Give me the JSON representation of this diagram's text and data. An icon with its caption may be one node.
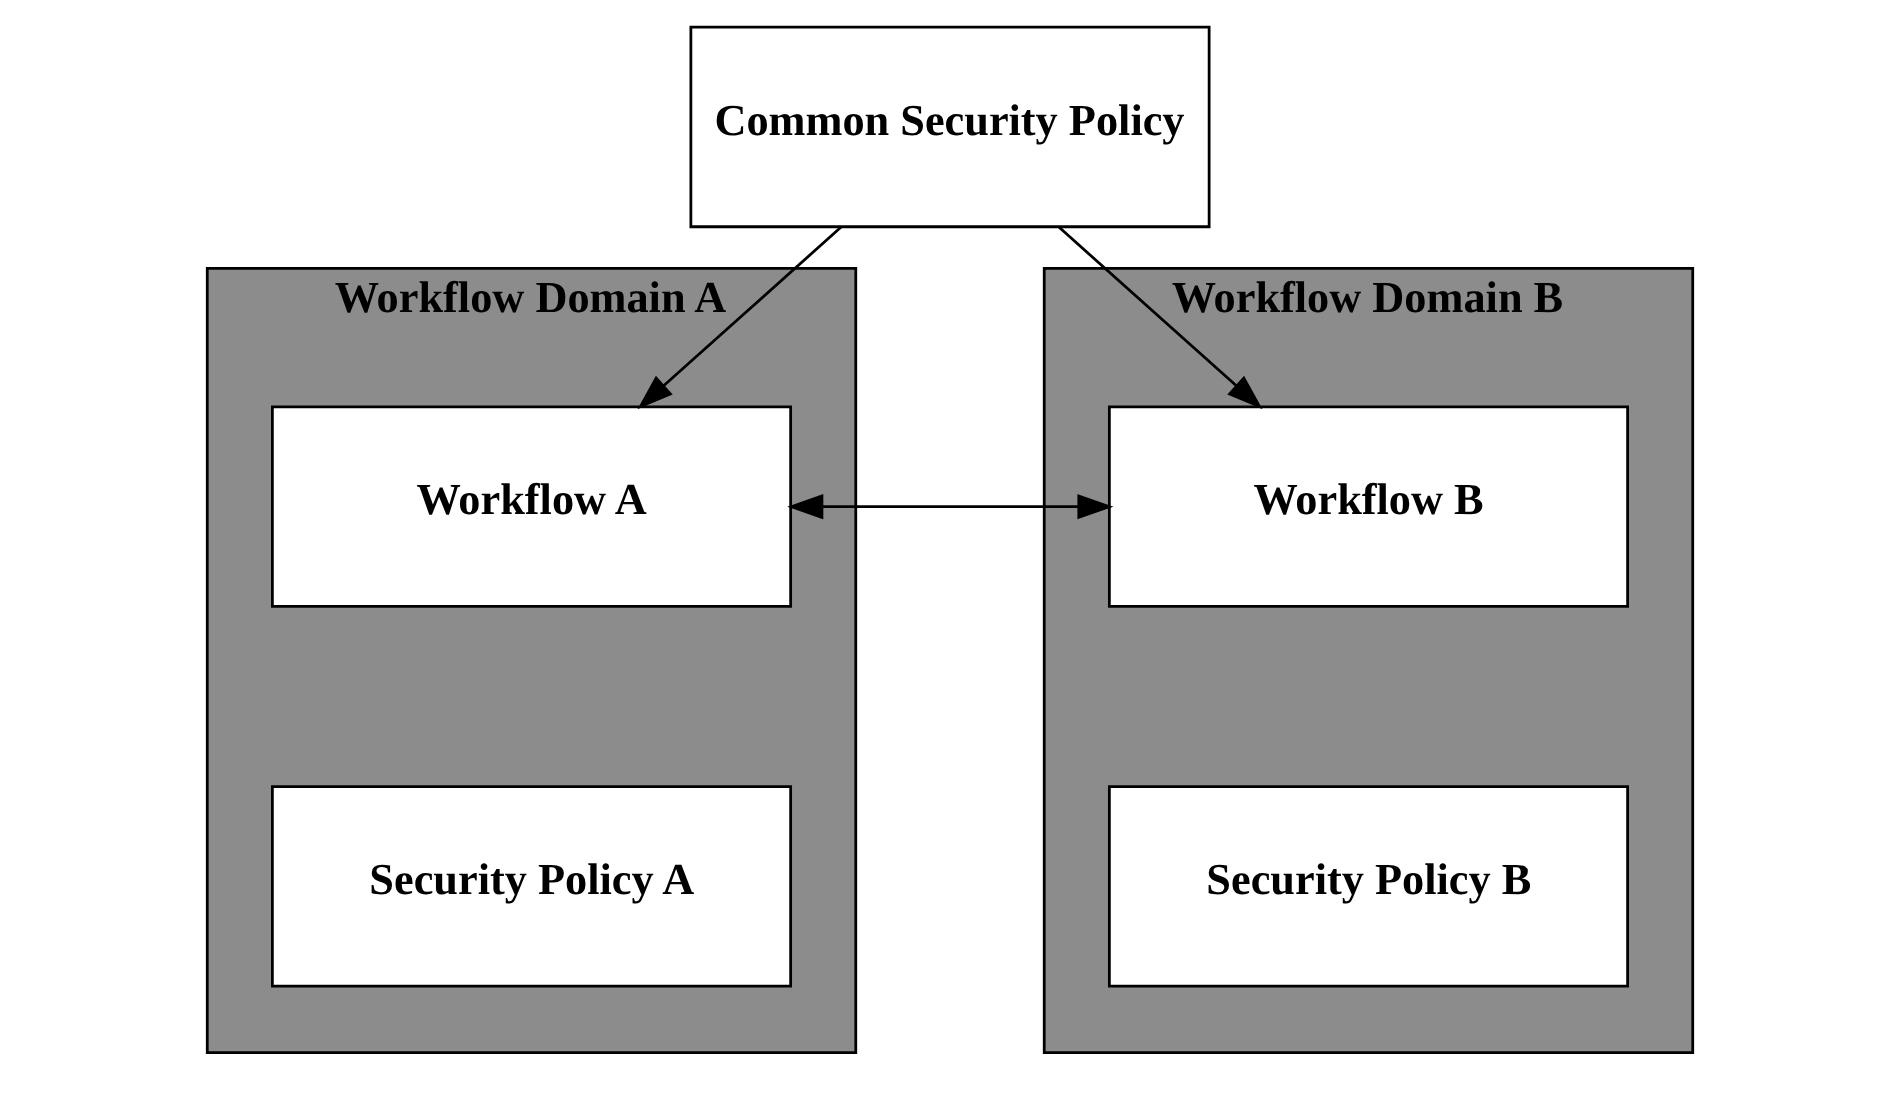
{
  "diagram": {
    "nodes": [
      {
        "text": [
          "Common Security Policy"
        ]
      },
      {
        "text": [
          "Workflow Domain A"
        ]
      },
      {
        "text": [
          "Workflow A"
        ],
        "in": 1
      },
      {
        "text": [
          "Security Policy A"
        ],
        "in": 1
      },
      {
        "text": [
          "Workflow Domain B"
        ]
      },
      {
        "text": [
          "Workflow B"
        ],
        "in": 4
      },
      {
        "text": [
          "Security Policy B"
        ],
        "in": 4
      }
    ],
    "edges": [
      {
        "from": 0,
        "to": 2,
        "arrow": "to"
      },
      {
        "from": 0,
        "to": 5,
        "arrow": "to"
      },
      {
        "from": 2,
        "to": 5,
        "arrow": "both"
      }
    ]
  }
}
